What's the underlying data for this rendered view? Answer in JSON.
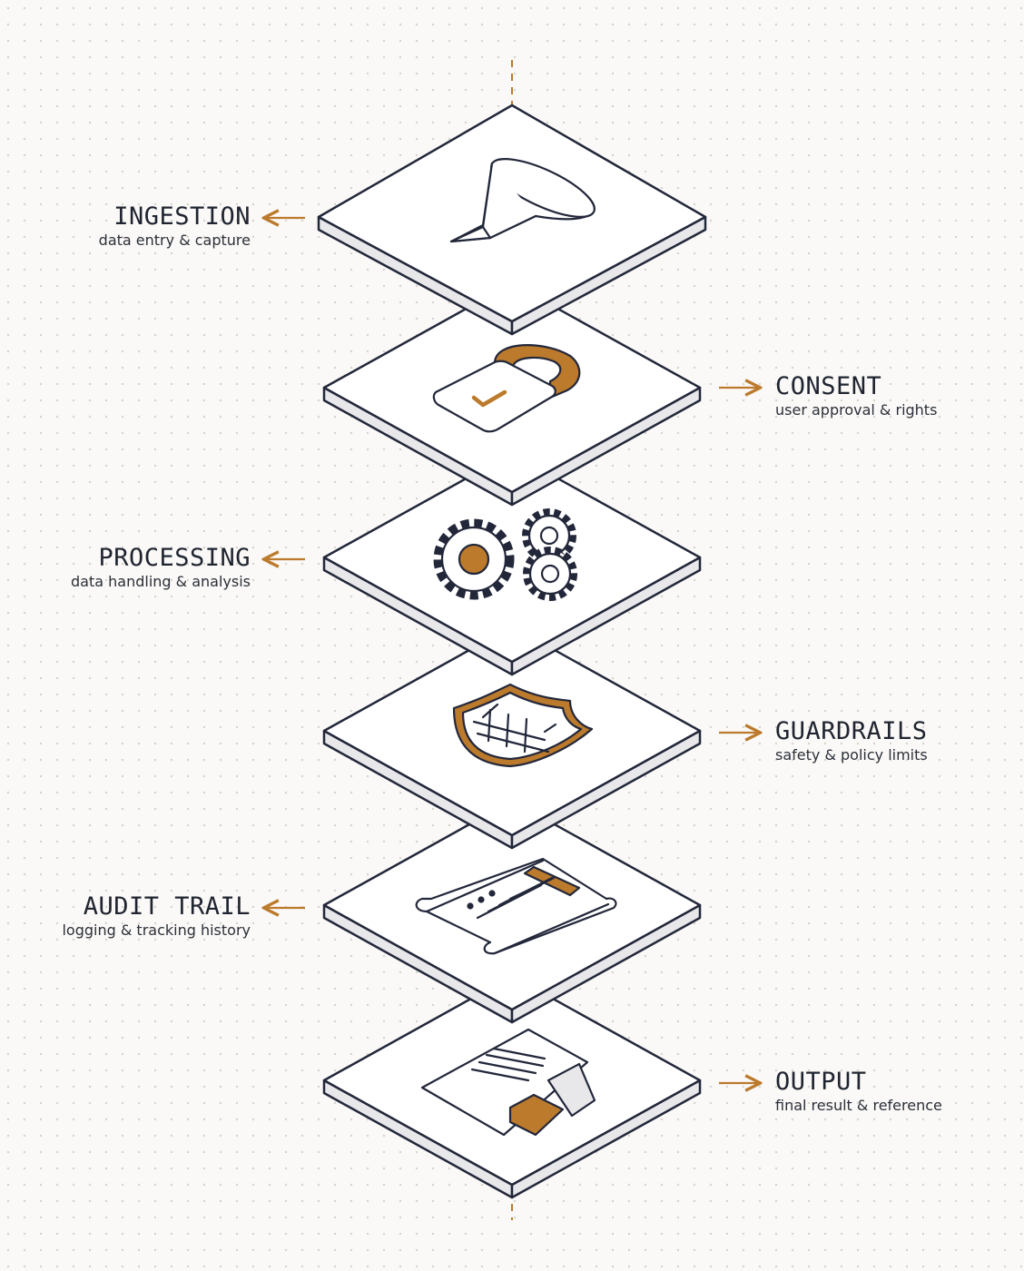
{
  "colors": {
    "accent": "#bb7a2c",
    "ink": "#22273a",
    "plate_top": "#ffffff",
    "plate_side": "#e8e8ea",
    "background": "#faf9f7"
  },
  "layers": [
    {
      "id": "ingestion",
      "title": "INGESTION",
      "subtitle": "data entry & capture",
      "side": "left",
      "icon": "funnel-icon"
    },
    {
      "id": "consent",
      "title": "CONSENT",
      "subtitle": "user approval & rights",
      "side": "right",
      "icon": "padlock-check-icon"
    },
    {
      "id": "processing",
      "title": "PROCESSING",
      "subtitle": "data handling & analysis",
      "side": "left",
      "icon": "gears-icon"
    },
    {
      "id": "guardrails",
      "title": "GUARDRAILS",
      "subtitle": "safety & policy limits",
      "side": "right",
      "icon": "shield-railing-icon"
    },
    {
      "id": "audit",
      "title": "AUDIT TRAIL",
      "subtitle": "logging & tracking history",
      "side": "left",
      "icon": "scroll-log-icon"
    },
    {
      "id": "output",
      "title": "OUTPUT",
      "subtitle": "final result & reference",
      "side": "right",
      "icon": "document-export-icon"
    }
  ]
}
